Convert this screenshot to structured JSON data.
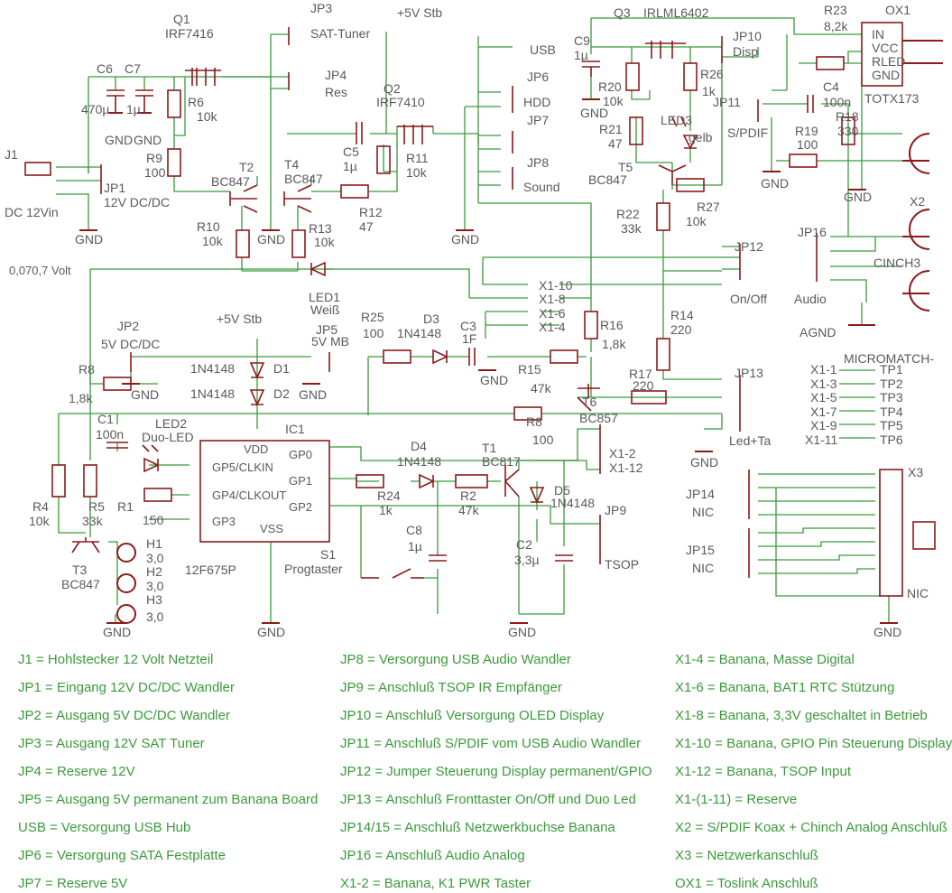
{
  "colors": {
    "wire": "#3a9a3a",
    "part": "#8b1a1a",
    "text": "#5a5a5a",
    "legend": "#3a9a3a"
  },
  "texts": [
    {
      "id": "q1-ref",
      "t": "Q1"
    },
    {
      "id": "q1-val",
      "t": "IRF7416"
    },
    {
      "id": "jp3-ref",
      "t": "JP3"
    },
    {
      "id": "jp3-lbl",
      "t": "SAT-Tuner"
    },
    {
      "id": "jp4-ref",
      "t": "JP4"
    },
    {
      "id": "jp4-lbl",
      "t": "Res"
    },
    {
      "id": "p5v-stb-top",
      "t": "+5V Stb"
    },
    {
      "id": "q3-ref",
      "t": "Q3"
    },
    {
      "id": "q3-val",
      "t": "IRLML6402"
    },
    {
      "id": "r23-ref",
      "t": "R23"
    },
    {
      "id": "r23-val",
      "t": "8,2k"
    },
    {
      "id": "ox1-ref",
      "t": "OX1"
    },
    {
      "id": "ox1-in",
      "t": "IN"
    },
    {
      "id": "ox1-vcc",
      "t": "VCC"
    },
    {
      "id": "ox1-rled",
      "t": "RLED"
    },
    {
      "id": "ox1-gnd",
      "t": "GND"
    },
    {
      "id": "ox1-val",
      "t": "TOTX173"
    },
    {
      "id": "c6-ref",
      "t": "C6"
    },
    {
      "id": "c7-ref",
      "t": "C7"
    },
    {
      "id": "c6-val",
      "t": "470µ"
    },
    {
      "id": "c7-val",
      "t": "1µ"
    },
    {
      "id": "gnd-c6",
      "t": "GND"
    },
    {
      "id": "gnd-c7",
      "t": "GND"
    },
    {
      "id": "r6-ref",
      "t": "R6"
    },
    {
      "id": "r6-val",
      "t": "10k"
    },
    {
      "id": "usb-lbl",
      "t": "USB"
    },
    {
      "id": "c9-ref",
      "t": "C9"
    },
    {
      "id": "c9-val",
      "t": "1µ"
    },
    {
      "id": "jp10-ref",
      "t": "JP10"
    },
    {
      "id": "jp10-lbl",
      "t": "Disp"
    },
    {
      "id": "jp6-ref",
      "t": "JP6"
    },
    {
      "id": "jp6-lbl",
      "t": "HDD"
    },
    {
      "id": "q2-ref",
      "t": "Q2"
    },
    {
      "id": "q2-val",
      "t": "IRF7410"
    },
    {
      "id": "r20-ref",
      "t": "R20"
    },
    {
      "id": "r20-val",
      "t": "10k"
    },
    {
      "id": "gnd-r20",
      "t": "GND"
    },
    {
      "id": "r26-ref",
      "t": "R26"
    },
    {
      "id": "r26-val",
      "t": "1k"
    },
    {
      "id": "jp11-ref",
      "t": "JP11"
    },
    {
      "id": "jp11-lbl",
      "t": "S/PDIF"
    },
    {
      "id": "c4-ref",
      "t": "C4"
    },
    {
      "id": "c4-val",
      "t": "100n"
    },
    {
      "id": "r18-ref",
      "t": "R18"
    },
    {
      "id": "r18-val",
      "t": "330"
    },
    {
      "id": "jp7-ref",
      "t": "JP7"
    },
    {
      "id": "r21-ref",
      "t": "R21"
    },
    {
      "id": "r21-val",
      "t": "47"
    },
    {
      "id": "led3-ref",
      "t": "LED3"
    },
    {
      "id": "led3-val",
      "t": "gelb"
    },
    {
      "id": "r19-ref",
      "t": "R19"
    },
    {
      "id": "r19-val",
      "t": "100"
    },
    {
      "id": "j1-ref",
      "t": "J1"
    },
    {
      "id": "r9-ref",
      "t": "R9"
    },
    {
      "id": "r9-val",
      "t": "100"
    },
    {
      "id": "c5-ref",
      "t": "C5"
    },
    {
      "id": "c5-val",
      "t": "1µ"
    },
    {
      "id": "r11-ref",
      "t": "R11"
    },
    {
      "id": "r11-val",
      "t": "10k"
    },
    {
      "id": "jp8-ref",
      "t": "JP8"
    },
    {
      "id": "jp8-lbl",
      "t": "Sound"
    },
    {
      "id": "t5-ref",
      "t": "T5"
    },
    {
      "id": "t5-val",
      "t": "BC847"
    },
    {
      "id": "gnd-jp11",
      "t": "GND"
    },
    {
      "id": "gnd-ox1",
      "t": "GND"
    },
    {
      "id": "jp1-ref",
      "t": "JP1"
    },
    {
      "id": "jp1-lbl",
      "t": "12V DC/DC"
    },
    {
      "id": "j1-lbl",
      "t": "DC 12Vin"
    },
    {
      "id": "t2-ref",
      "t": "T2"
    },
    {
      "id": "t2-val",
      "t": "BC847"
    },
    {
      "id": "t4-ref",
      "t": "T4"
    },
    {
      "id": "t4-val",
      "t": "BC847"
    },
    {
      "id": "r12-ref",
      "t": "R12"
    },
    {
      "id": "r12-val",
      "t": "47"
    },
    {
      "id": "r27-ref",
      "t": "R27"
    },
    {
      "id": "r27-val",
      "t": "10k"
    },
    {
      "id": "x2-ref",
      "t": "X2"
    },
    {
      "id": "r22-ref",
      "t": "R22"
    },
    {
      "id": "r22-val",
      "t": "33k"
    },
    {
      "id": "r10-ref",
      "t": "R10"
    },
    {
      "id": "r10-val",
      "t": "10k"
    },
    {
      "id": "gnd-t4",
      "t": "GND"
    },
    {
      "id": "r13-ref",
      "t": "R13"
    },
    {
      "id": "r13-val",
      "t": "10k"
    },
    {
      "id": "gnd-j1",
      "t": "GND"
    },
    {
      "id": "gnd-jp6",
      "t": "GND"
    },
    {
      "id": "jp16-ref",
      "t": "JP16"
    },
    {
      "id": "jp12-ref",
      "t": "JP12"
    },
    {
      "id": "jp12-lbl",
      "t": "On/Off"
    },
    {
      "id": "cinch3",
      "t": "CINCH3"
    },
    {
      "id": "vol-flag",
      "t": "0,070,7 Volt"
    },
    {
      "id": "x1-10",
      "t": "X1-10"
    },
    {
      "id": "x1-8",
      "t": "X1-8"
    },
    {
      "id": "x1-6",
      "t": "X1-6"
    },
    {
      "id": "x1-4",
      "t": "X1-4"
    },
    {
      "id": "led1-ref",
      "t": "LED1"
    },
    {
      "id": "led1-val",
      "t": "Weiß"
    },
    {
      "id": "jp16-lbl",
      "t": "Audio"
    },
    {
      "id": "r25-ref",
      "t": "R25"
    },
    {
      "id": "r25-val",
      "t": "100"
    },
    {
      "id": "d3-ref",
      "t": "D3"
    },
    {
      "id": "d3-val",
      "t": "1N4148"
    },
    {
      "id": "c3-ref",
      "t": "C3"
    },
    {
      "id": "c3-val",
      "t": "1F"
    },
    {
      "id": "r16-ref",
      "t": "R16"
    },
    {
      "id": "r16-val",
      "t": "1,8k"
    },
    {
      "id": "r14-ref",
      "t": "R14"
    },
    {
      "id": "r14-val",
      "t": "220"
    },
    {
      "id": "agnd",
      "t": "AGND"
    },
    {
      "id": "micromatch",
      "t": "MICROMATCH-"
    },
    {
      "id": "jp2-ref",
      "t": "JP2"
    },
    {
      "id": "jp2-lbl",
      "t": "5V DC/DC"
    },
    {
      "id": "p5v-stb-mid",
      "t": "+5V Stb"
    },
    {
      "id": "jp5-ref",
      "t": "JP5"
    },
    {
      "id": "jp5-lbl",
      "t": "5V MB"
    },
    {
      "id": "tp1-x",
      "t": "X1-1"
    },
    {
      "id": "tp1",
      "t": "TP1"
    },
    {
      "id": "tp2-x",
      "t": "X1-3"
    },
    {
      "id": "tp2",
      "t": "TP2"
    },
    {
      "id": "tp3-x",
      "t": "X1-5"
    },
    {
      "id": "tp3",
      "t": "TP3"
    },
    {
      "id": "tp4-x",
      "t": "X1-7"
    },
    {
      "id": "tp4",
      "t": "TP4"
    },
    {
      "id": "tp5-x",
      "t": "X1-9"
    },
    {
      "id": "tp5",
      "t": "TP5"
    },
    {
      "id": "tp6-x",
      "t": "X1-11"
    },
    {
      "id": "tp6",
      "t": "TP6"
    },
    {
      "id": "r8a-ref",
      "t": "R8"
    },
    {
      "id": "r8a-val",
      "t": "1,8k"
    },
    {
      "id": "d1-val",
      "t": "1N4148"
    },
    {
      "id": "d1-ref",
      "t": "D1"
    },
    {
      "id": "d2-val",
      "t": "1N4148"
    },
    {
      "id": "d2-ref",
      "t": "D2"
    },
    {
      "id": "gnd-jp2",
      "t": "GND"
    },
    {
      "id": "gnd-jp5",
      "t": "GND"
    },
    {
      "id": "gnd-c3",
      "t": "GND"
    },
    {
      "id": "r15-ref",
      "t": "R15"
    },
    {
      "id": "r15-val",
      "t": "47k"
    },
    {
      "id": "t6-ref",
      "t": "T6"
    },
    {
      "id": "t6-val",
      "t": "BC857"
    },
    {
      "id": "r17-ref",
      "t": "R17"
    },
    {
      "id": "r17-val",
      "t": "220"
    },
    {
      "id": "jp13-ref",
      "t": "JP13"
    },
    {
      "id": "jp13-lbl",
      "t": "Led+Ta"
    },
    {
      "id": "c1-ref",
      "t": "C1"
    },
    {
      "id": "c1-val",
      "t": "100n"
    },
    {
      "id": "led2-ref",
      "t": "LED2"
    },
    {
      "id": "led2-val",
      "t": "Duo-LED"
    },
    {
      "id": "ic1-ref",
      "t": "IC1"
    },
    {
      "id": "r8b-ref",
      "t": "R8"
    },
    {
      "id": "r8b-val",
      "t": "100"
    },
    {
      "id": "d4-ref",
      "t": "D4"
    },
    {
      "id": "d4-val",
      "t": "1N4148"
    },
    {
      "id": "t1-ref",
      "t": "T1"
    },
    {
      "id": "t1-val",
      "t": "BC817"
    },
    {
      "id": "x1-2",
      "t": "X1-2"
    },
    {
      "id": "x1-12",
      "t": "X1-12"
    },
    {
      "id": "x3-ref",
      "t": "X3"
    },
    {
      "id": "ic-vdd",
      "t": "VDD"
    },
    {
      "id": "ic-gp0",
      "t": "GP0"
    },
    {
      "id": "ic-gp5",
      "t": "GP5/CLKIN"
    },
    {
      "id": "ic-gp1",
      "t": "GP1"
    },
    {
      "id": "ic-gp4",
      "t": "GP4/CLKOUT"
    },
    {
      "id": "ic-gp2",
      "t": "GP2"
    },
    {
      "id": "ic-gp3",
      "t": "GP3"
    },
    {
      "id": "ic-vss",
      "t": "VSS"
    },
    {
      "id": "r24-ref",
      "t": "R24"
    },
    {
      "id": "r24-val",
      "t": "1k"
    },
    {
      "id": "r2-ref",
      "t": "R2"
    },
    {
      "id": "r2-val",
      "t": "47k"
    },
    {
      "id": "d5-ref",
      "t": "D5"
    },
    {
      "id": "d5-val",
      "t": "1N4148"
    },
    {
      "id": "jp9-ref",
      "t": "JP9"
    },
    {
      "id": "jp9-lbl",
      "t": "TSOP"
    },
    {
      "id": "jp14-ref",
      "t": "JP14"
    },
    {
      "id": "jp14-lbl",
      "t": "NIC"
    },
    {
      "id": "jp15-ref",
      "t": "JP15"
    },
    {
      "id": "jp15-lbl",
      "t": "NIC"
    },
    {
      "id": "r4-ref",
      "t": "R4"
    },
    {
      "id": "r4-val",
      "t": "10k"
    },
    {
      "id": "r5-ref",
      "t": "R5"
    },
    {
      "id": "r5-val",
      "t": "33k"
    },
    {
      "id": "r1-ref",
      "t": "R1"
    },
    {
      "id": "r1-val",
      "t": "150"
    },
    {
      "id": "ic1-val",
      "t": "12F675P"
    },
    {
      "id": "c8-ref",
      "t": "C8"
    },
    {
      "id": "c8-val",
      "t": "1µ"
    },
    {
      "id": "c2-ref",
      "t": "C2"
    },
    {
      "id": "c2-val",
      "t": "3,3µ"
    },
    {
      "id": "h1",
      "t": "H1"
    },
    {
      "id": "h1v",
      "t": "3,0"
    },
    {
      "id": "h2",
      "t": "H2"
    },
    {
      "id": "h2v",
      "t": "3,0"
    },
    {
      "id": "h3",
      "t": "H3"
    },
    {
      "id": "h3v",
      "t": "3,0"
    },
    {
      "id": "s1-ref",
      "t": "S1"
    },
    {
      "id": "s1-val",
      "t": "Progtaster"
    },
    {
      "id": "t3-ref",
      "t": "T3"
    },
    {
      "id": "t3-val",
      "t": "BC847"
    },
    {
      "id": "x3-nic",
      "t": "NIC"
    },
    {
      "id": "gnd-t3",
      "t": "GND"
    },
    {
      "id": "gnd-ic1",
      "t": "GND"
    },
    {
      "id": "gnd-c2",
      "t": "GND"
    },
    {
      "id": "gnd-x3",
      "t": "GND"
    },
    {
      "id": "gnd-jp13",
      "t": "GND"
    }
  ],
  "legend": {
    "col1": [
      "J1 = Hohlstecker 12 Volt Netzteil",
      "JP1 = Eingang 12V DC/DC Wandler",
      "JP2 = Ausgang 5V DC/DC Wandler",
      "JP3 = Ausgang 12V SAT Tuner",
      "JP4 = Reserve 12V",
      "JP5 = Ausgang 5V permanent zum Banana Board",
      "USB = Versorgung USB Hub",
      "JP6 = Versorgung SATA Festplatte",
      "JP7 = Reserve 5V"
    ],
    "col2": [
      "JP8 = Versorgung USB Audio Wandler",
      "JP9 = Anschluß TSOP IR Empfänger",
      "JP10 = Anschluß Versorgung OLED Display",
      "JP11 = Anschluß S/PDIF vom USB Audio Wandler",
      "JP12 = Jumper Steuerung Display permanent/GPIO",
      "JP13 = Anschluß Fronttaster On/Off und Duo Led",
      "JP14/15 = Anschluß Netzwerkbuchse Banana",
      "JP16 = Anschluß Audio Analog",
      "X1-2 = Banana, K1 PWR Taster"
    ],
    "col3": [
      "X1-4 = Banana, Masse Digital",
      "X1-6 = Banana, BAT1 RTC Stützung",
      "X1-8 = Banana, 3,3V geschaltet in Betrieb",
      "X1-10 = Banana, GPIO Pin Steuerung Display",
      "X1-12 = Banana, TSOP Input",
      "X1-(1-11) = Reserve",
      "X2 = S/PDIF Koax + Chinch Analog Anschluß",
      "X3 = Netzwerkanschluß",
      "OX1 = Toslink Anschluß"
    ]
  }
}
